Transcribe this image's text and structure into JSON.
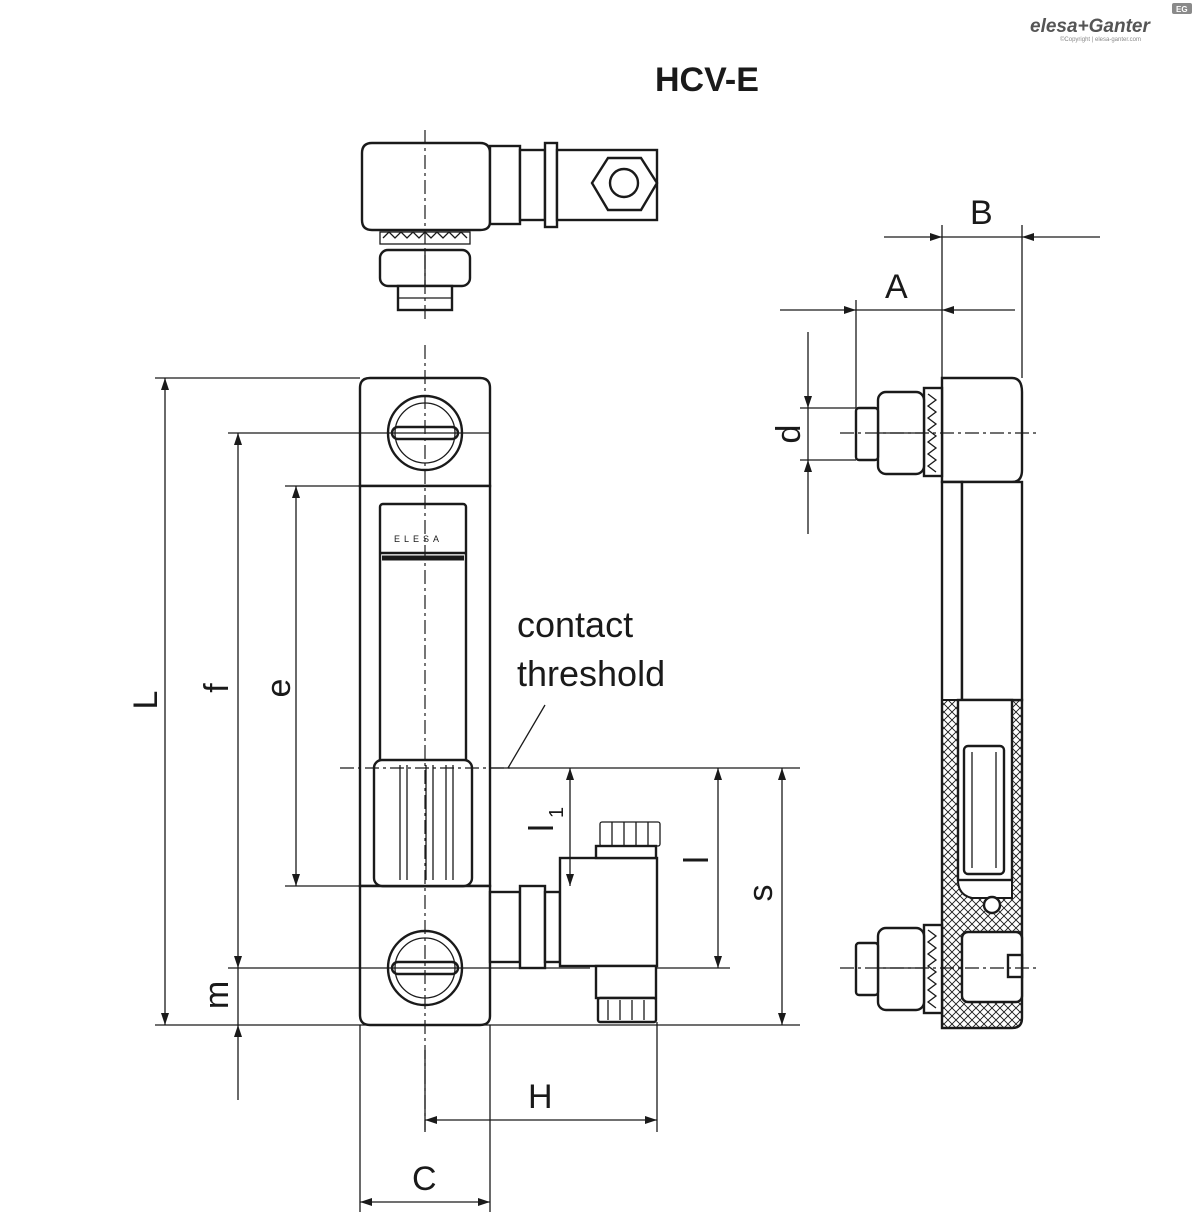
{
  "brand": {
    "name": "elesa+Ganter",
    "badge": "EG",
    "copyright": "©Copyright | elesa-ganter.com"
  },
  "title": "HCV-E",
  "dimension_labels": {
    "A": "A",
    "B": "B",
    "C": "C",
    "H": "H",
    "L": "L",
    "f": "f",
    "e": "e",
    "l1_base": "l",
    "l1_sub": "1",
    "l": "l",
    "s": "s",
    "m": "m",
    "d": "d"
  },
  "annotation": {
    "line1": "contact",
    "line2": "threshold"
  },
  "window_text": "ELESA"
}
